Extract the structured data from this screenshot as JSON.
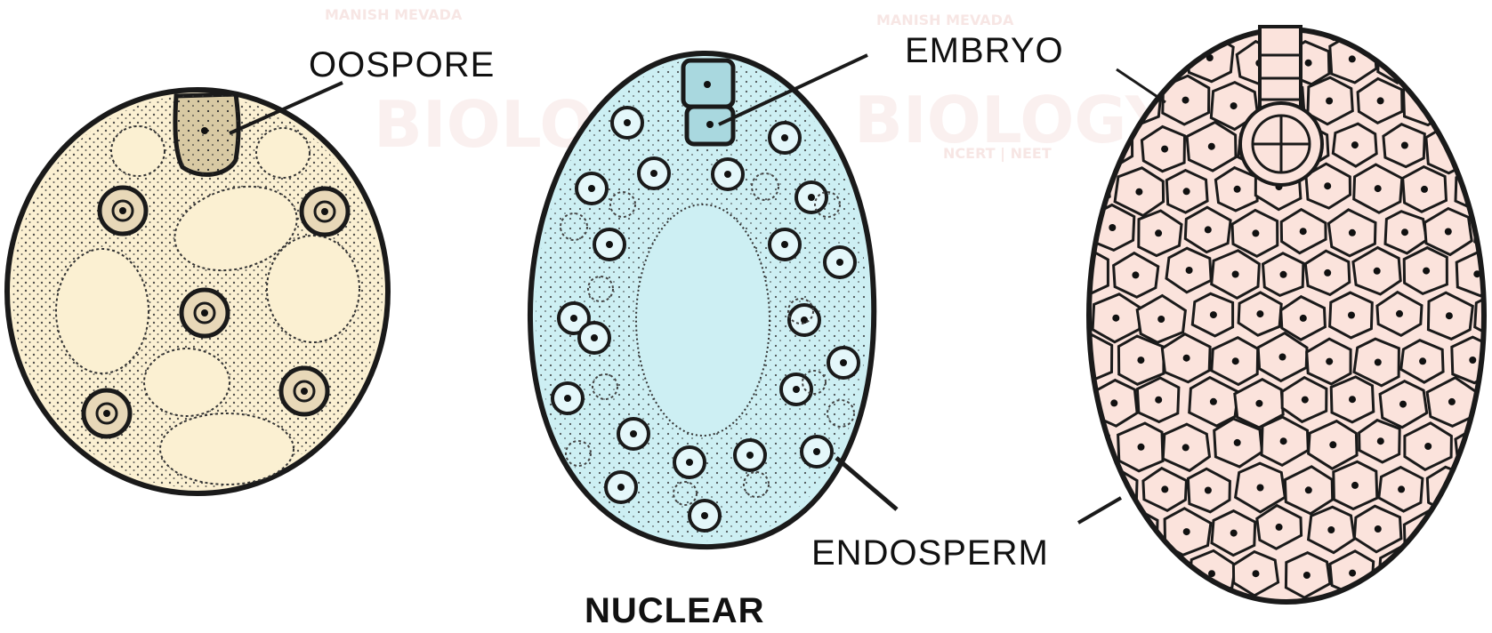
{
  "labels": {
    "oospore": "OOSPORE",
    "embryo": "EMBRYO",
    "endosperm": "ENDOSPERM",
    "nuclear": "NUCLEAR"
  },
  "watermark": {
    "author": "MANISH MEVADA",
    "brand": "BIOLOGY",
    "tagline": "NCERT | NEET"
  },
  "colors": {
    "oospore_fill": "#fbf0d2",
    "nuclear_fill": "#cdeff3",
    "cellular_fill": "#fbe3dc",
    "outline": "#1a1a1a"
  }
}
